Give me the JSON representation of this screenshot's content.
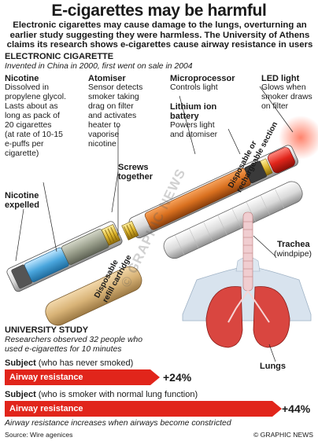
{
  "header": {
    "title": "E-cigarettes may be harmful",
    "intro": "Electronic cigarettes may cause damage to the lungs, overturning an earlier study suggesting they were harmless. The University of Athens claims its research shows e-cigarettes cause airway resistance in users"
  },
  "ecig": {
    "heading": "ELECTRONIC CIGARETTE",
    "subheading": "Invented in China in 2000, first went on sale in 2004"
  },
  "parts": {
    "nicotine": {
      "title": "Nicotine",
      "body": [
        "Dissolved in",
        "propylene glycol.",
        "Lasts about as",
        "long as pack of",
        "20 cigarettes",
        "(at rate of 10-15",
        "e-puffs per",
        "cigarette)"
      ]
    },
    "atomiser": {
      "title": "Atomiser",
      "body": [
        "Sensor detects",
        "smoker taking",
        "drag on filter",
        "and activates",
        "heater to",
        "vaporise",
        "nicotine"
      ]
    },
    "microprocessor": {
      "title": "Microprocessor",
      "body": [
        "Controls light"
      ]
    },
    "battery": {
      "title": [
        "Lithium ion",
        "battery"
      ],
      "body": [
        "Powers light",
        "and atomiser"
      ]
    },
    "led": {
      "title": "LED light",
      "body": [
        "Glows when",
        "smoker draws",
        "on filter"
      ]
    },
    "screws": [
      "Screws",
      "together"
    ],
    "nicotine_expelled": [
      "Nicotine",
      "expelled"
    ],
    "disposable_section": [
      "Disposable or",
      "rechargeable section"
    ],
    "refill": [
      "Disposable",
      "refill cartridge"
    ]
  },
  "anatomy": {
    "trachea": "Trachea",
    "windpipe": "(windpipe)",
    "lungs": "Lungs"
  },
  "study": {
    "heading": "UNIVERSITY STUDY",
    "note": [
      "Researchers observed 32 people who",
      "used e-cigarettes for 10 minutes"
    ],
    "subject1": {
      "label": "Subject",
      "desc": "(who has never smoked)",
      "bar": "Airway resistance",
      "value": "+24%",
      "increase_percent": 24
    },
    "subject2": {
      "label": "Subject",
      "desc": "(who is smoker with normal lung function)",
      "bar": "Airway resistance",
      "value": "+44%",
      "increase_percent": 44
    },
    "conclusion": "Airway resistance increases when airways become constricted"
  },
  "footer": {
    "source": "Source: Wire agenices",
    "credit": "© GRAPHIC NEWS"
  },
  "watermark": "© GRAPHIC NEWS",
  "colors": {
    "accent": "#e1251b",
    "battery": "#d9701f",
    "atomiser": "#9a9f8c",
    "nicotine": "#4aa6dd",
    "gold": "#e0b830"
  }
}
